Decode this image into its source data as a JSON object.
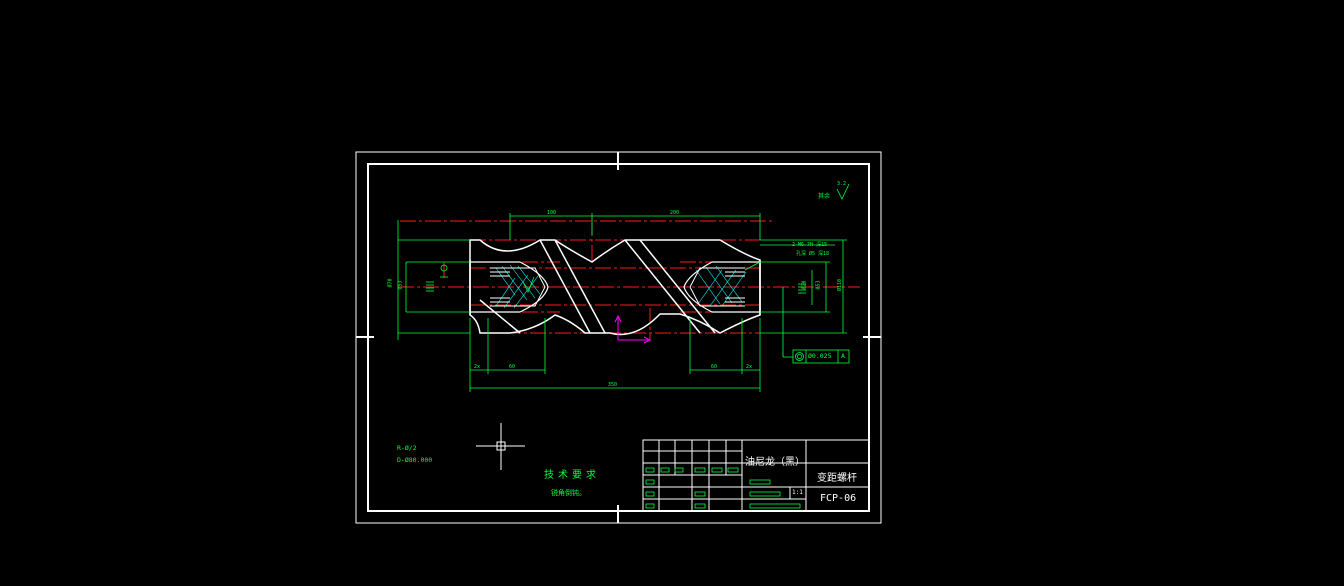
{
  "drawing": {
    "dimensions": {
      "top_left": "100",
      "top_right": "200",
      "overall": "350",
      "left_end": "60",
      "right_end": "60",
      "chamfer_left": "2x",
      "chamfer_right": "2x",
      "dia_left_outer": "Ø70",
      "dia_left_inner": "Ø53",
      "dia_right_inner": "Ø53",
      "dia_right_mid": "Ø20",
      "dia_right_outer": "Ø110",
      "hole_note_line1": "2-M6-7H 深15",
      "hole_note_line2": "孔深 Ø5 深18"
    },
    "roughness_symbol_label": "其余",
    "roughness_value": "3.2",
    "tolerance_frame": {
      "symbol": "◎",
      "value": "Ø0.025",
      "datum": "A"
    },
    "notes": {
      "line1": "R-Ø/2",
      "line2": "D-Ø80.000"
    },
    "tech_requirements_title": "技术要求",
    "tech_requirements_text": "锐角倒钝。"
  },
  "title_block": {
    "material": "油尼龙（黑）",
    "part_name": "变距螺杆",
    "drawing_number": "FCP-06",
    "scale": "1:1"
  },
  "colors": {
    "background": "#000000",
    "frame": "#ffffff",
    "dimension": "#00ff3c",
    "centerline": "#ff1a1a",
    "hatch": "#00ffff",
    "ucs": "#ff00ff"
  }
}
